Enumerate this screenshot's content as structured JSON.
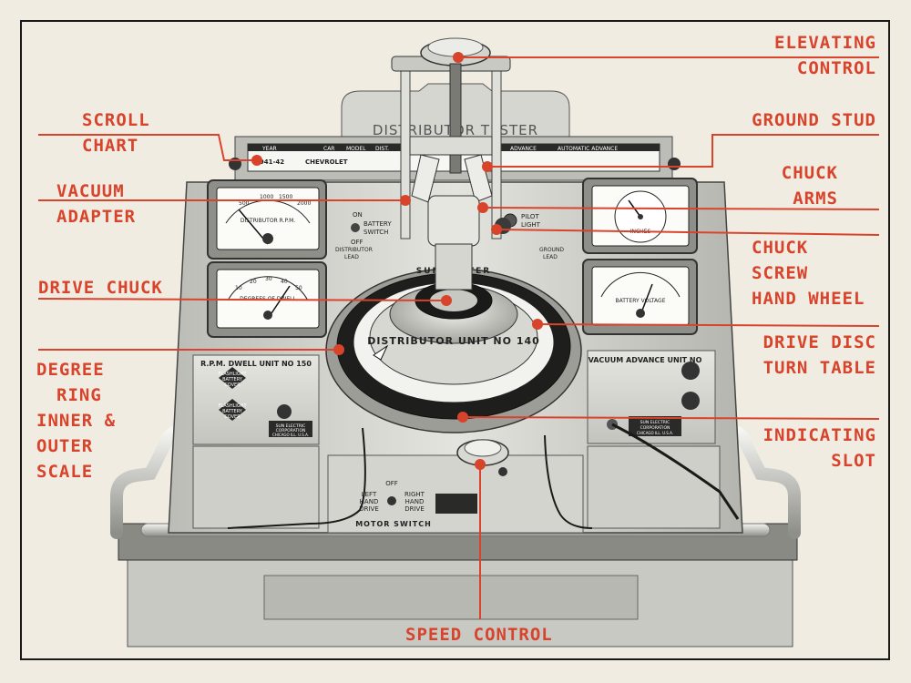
{
  "labels": {
    "elevating_control": [
      "ELEVATING",
      "CONTROL"
    ],
    "scroll_chart": [
      "SCROLL",
      "CHART"
    ],
    "ground_stud": [
      "GROUND STUD"
    ],
    "chuck_arms": [
      "CHUCK",
      "ARMS"
    ],
    "vacuum_adapter": [
      "VACUUM",
      "ADAPTER"
    ],
    "chuck_screw_hand_wheel": [
      "CHUCK",
      "SCREW",
      "HAND WHEEL"
    ],
    "drive_chuck": [
      "DRIVE CHUCK"
    ],
    "drive_disc_turn_table": [
      "DRIVE DISC",
      "TURN TABLE"
    ],
    "degree_ring": [
      "DEGREE",
      "RING",
      "INNER &",
      "OUTER",
      "SCALE"
    ],
    "indicating_slot": [
      "INDICATING",
      "SLOT"
    ],
    "speed_control": [
      "SPEED CONTROL"
    ]
  },
  "machine": {
    "header_title": "DISTRIBUTOR TESTER",
    "chart_headers": [
      "YEAR",
      "CAR",
      "MODEL",
      "DIST.",
      "ADVANCE",
      "AUTOMATIC ADVANCE"
    ],
    "chart_row": [
      "1941-42",
      "CHEVROLET"
    ],
    "rpm_meter_title": "DISTRIBUTOR R.P.M.",
    "rpm_scale": [
      "500",
      "1000",
      "1500",
      "2000"
    ],
    "dwell_meter_title": "DEGREES OF DWELL",
    "dwell_scale": [
      "10",
      "20",
      "30",
      "40",
      "50"
    ],
    "vacuum_meter_title": "INCHES",
    "voltage_meter_title": "BATTERY VOLTAGE",
    "battery_switch": [
      "ON",
      "BATTERY",
      "SWITCH",
      "OFF"
    ],
    "pilot_light": [
      "PILOT",
      "LIGHT"
    ],
    "distributor_lead": [
      "DISTRIBUTOR",
      "LEAD"
    ],
    "ground_lead": [
      "GROUND",
      "LEAD"
    ],
    "unit_name": "DISTRIBUTOR UNIT NO 140",
    "sun_tester": "SUN TESTER",
    "left_panel_title": "R.P.M. DWELL UNIT NO 150",
    "flashlight_1": [
      "FLASHLIGHT",
      "BATTERY",
      "COVER"
    ],
    "flashlight_2": [
      "FLASHLIGHT",
      "BATTERY",
      "COVER"
    ],
    "right_panel_title": "VACUUM ADVANCE UNIT NO",
    "plate_text": [
      "SUN ELECTRIC",
      "CORPORATION",
      "CHICAGO ILL. U.S.A."
    ],
    "motor_switch": "MOTOR SWITCH",
    "motor_left": [
      "LEFT",
      "HAND",
      "DRIVE"
    ],
    "motor_right": [
      "RIGHT",
      "HAND",
      "DRIVE"
    ],
    "motor_off": "OFF"
  },
  "colors": {
    "label_red": "#d8432c",
    "paper": "#f1ece1",
    "metal_light": "#d9d9d4",
    "metal_mid": "#a9a9a3",
    "metal_dark": "#3a3a38"
  }
}
